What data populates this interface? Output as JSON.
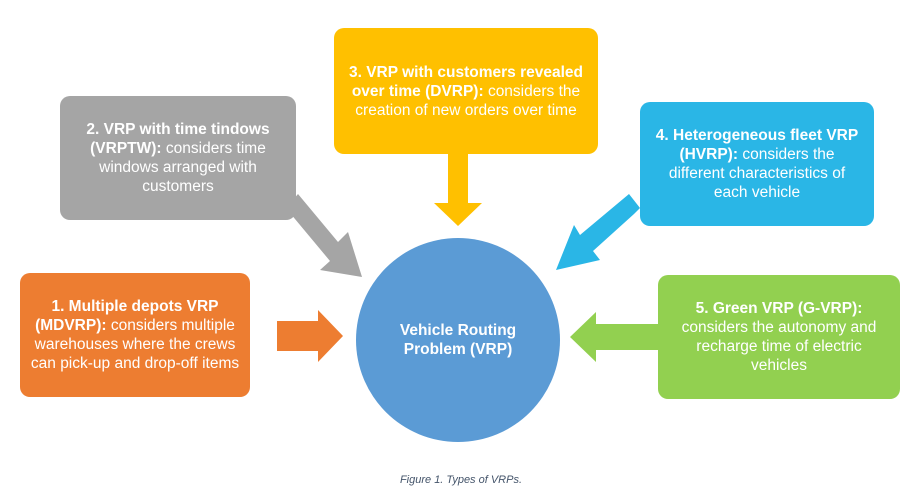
{
  "center": {
    "title_line1": "Vehicle Routing",
    "title_line2": "Problem (VRP)"
  },
  "boxes": [
    {
      "title": "1. Multiple depots VRP (MDVRP):",
      "desc": "considers multiple  warehouses where the crews can pick-up and drop-off items",
      "color": "#ed7d31"
    },
    {
      "title": "2. VRP with time tindows (VRPTW):",
      "desc": "considers time windows arranged with customers",
      "color": "#a5a5a5"
    },
    {
      "title": "3. VRP with customers revealed over time (DVRP):",
      "desc": "considers the creation of new orders over time",
      "color": "#ffc000"
    },
    {
      "title": "4. Heterogeneous fleet VRP (HVRP):",
      "desc": "considers the different characteristics of each vehicle",
      "color": "#2ab6e6"
    },
    {
      "title": "5. Green VRP (G-VRP):",
      "desc": "considers the autonomy and recharge time of electric vehicles",
      "color": "#92d050"
    }
  ],
  "caption": "Figure  1. Types of VRPs."
}
